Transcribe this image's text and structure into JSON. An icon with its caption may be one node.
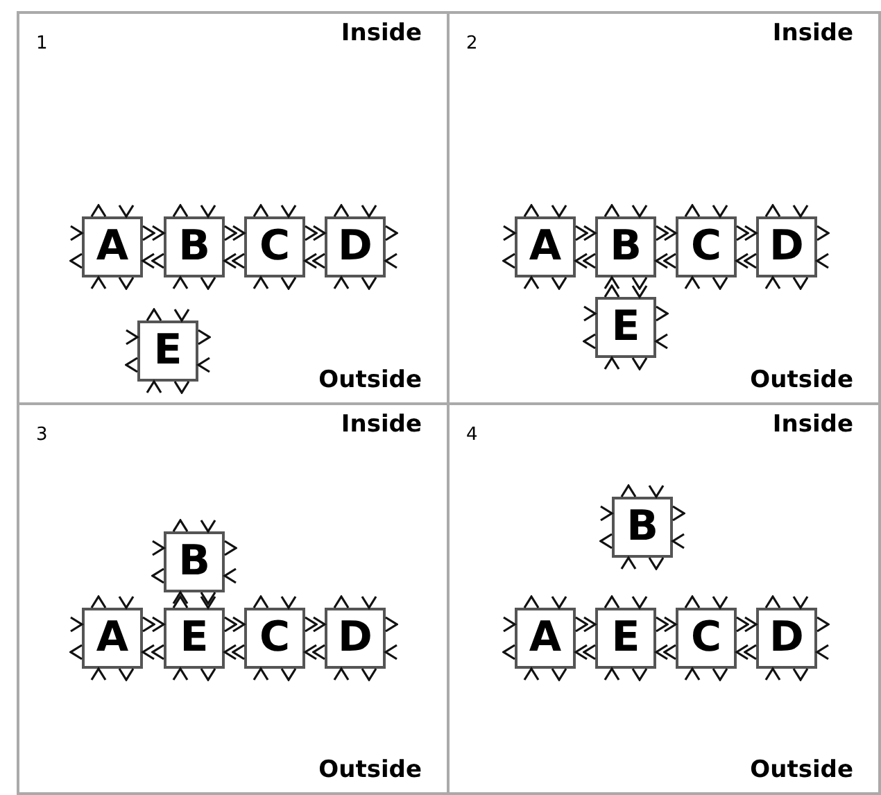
{
  "diagram": {
    "nodes": [
      {
        "text": [
          "1",
          "Inside",
          "Outside"
        ]
      },
      {
        "text": [
          "A"
        ],
        "in": 0
      },
      {
        "text": [
          "B"
        ],
        "in": 0
      },
      {
        "text": [
          "C"
        ],
        "in": 0
      },
      {
        "text": [
          "D"
        ],
        "in": 0
      },
      {
        "text": [
          "E"
        ],
        "in": 0
      },
      {
        "text": [
          "2",
          "Inside",
          "Outside"
        ]
      },
      {
        "text": [
          "A"
        ],
        "in": 6
      },
      {
        "text": [
          "B"
        ],
        "in": 6
      },
      {
        "text": [
          "C"
        ],
        "in": 6
      },
      {
        "text": [
          "D"
        ],
        "in": 6
      },
      {
        "text": [
          "E"
        ],
        "in": 6
      },
      {
        "text": [
          "3",
          "Inside",
          "Outside"
        ]
      },
      {
        "text": [
          "B"
        ],
        "in": 12
      },
      {
        "text": [
          "A"
        ],
        "in": 12
      },
      {
        "text": [
          "E"
        ],
        "in": 12
      },
      {
        "text": [
          "C"
        ],
        "in": 12
      },
      {
        "text": [
          "D"
        ],
        "in": 12
      },
      {
        "text": [
          "4",
          "Inside",
          "Outside"
        ]
      },
      {
        "text": [
          "B"
        ],
        "in": 18
      },
      {
        "text": [
          "A"
        ],
        "in": 18
      },
      {
        "text": [
          "E"
        ],
        "in": 18
      },
      {
        "text": [
          "C"
        ],
        "in": 18
      },
      {
        "text": [
          "D"
        ],
        "in": 18
      }
    ],
    "edges": []
  }
}
